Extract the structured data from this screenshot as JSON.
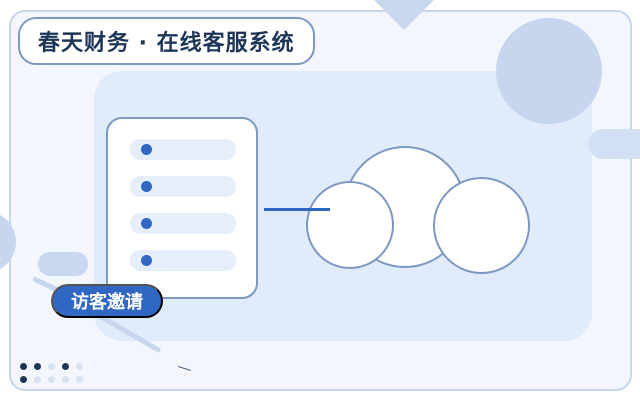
{
  "title": "春天财务 · 在线客服系统",
  "cta_button_label": "访客邀请",
  "list_card": {
    "items": [
      "",
      "",
      "",
      ""
    ]
  },
  "icons": {
    "server-list": "server-list-icon",
    "cloud": "cloud-icon",
    "connector": "connector-line"
  },
  "colors": {
    "primary": "#2f67c3",
    "title": "#1d3557",
    "border": "#7d98c1",
    "panel": "#e0ebfb",
    "background": "#f3f7fd",
    "accent_light": "#c5d6ee"
  }
}
